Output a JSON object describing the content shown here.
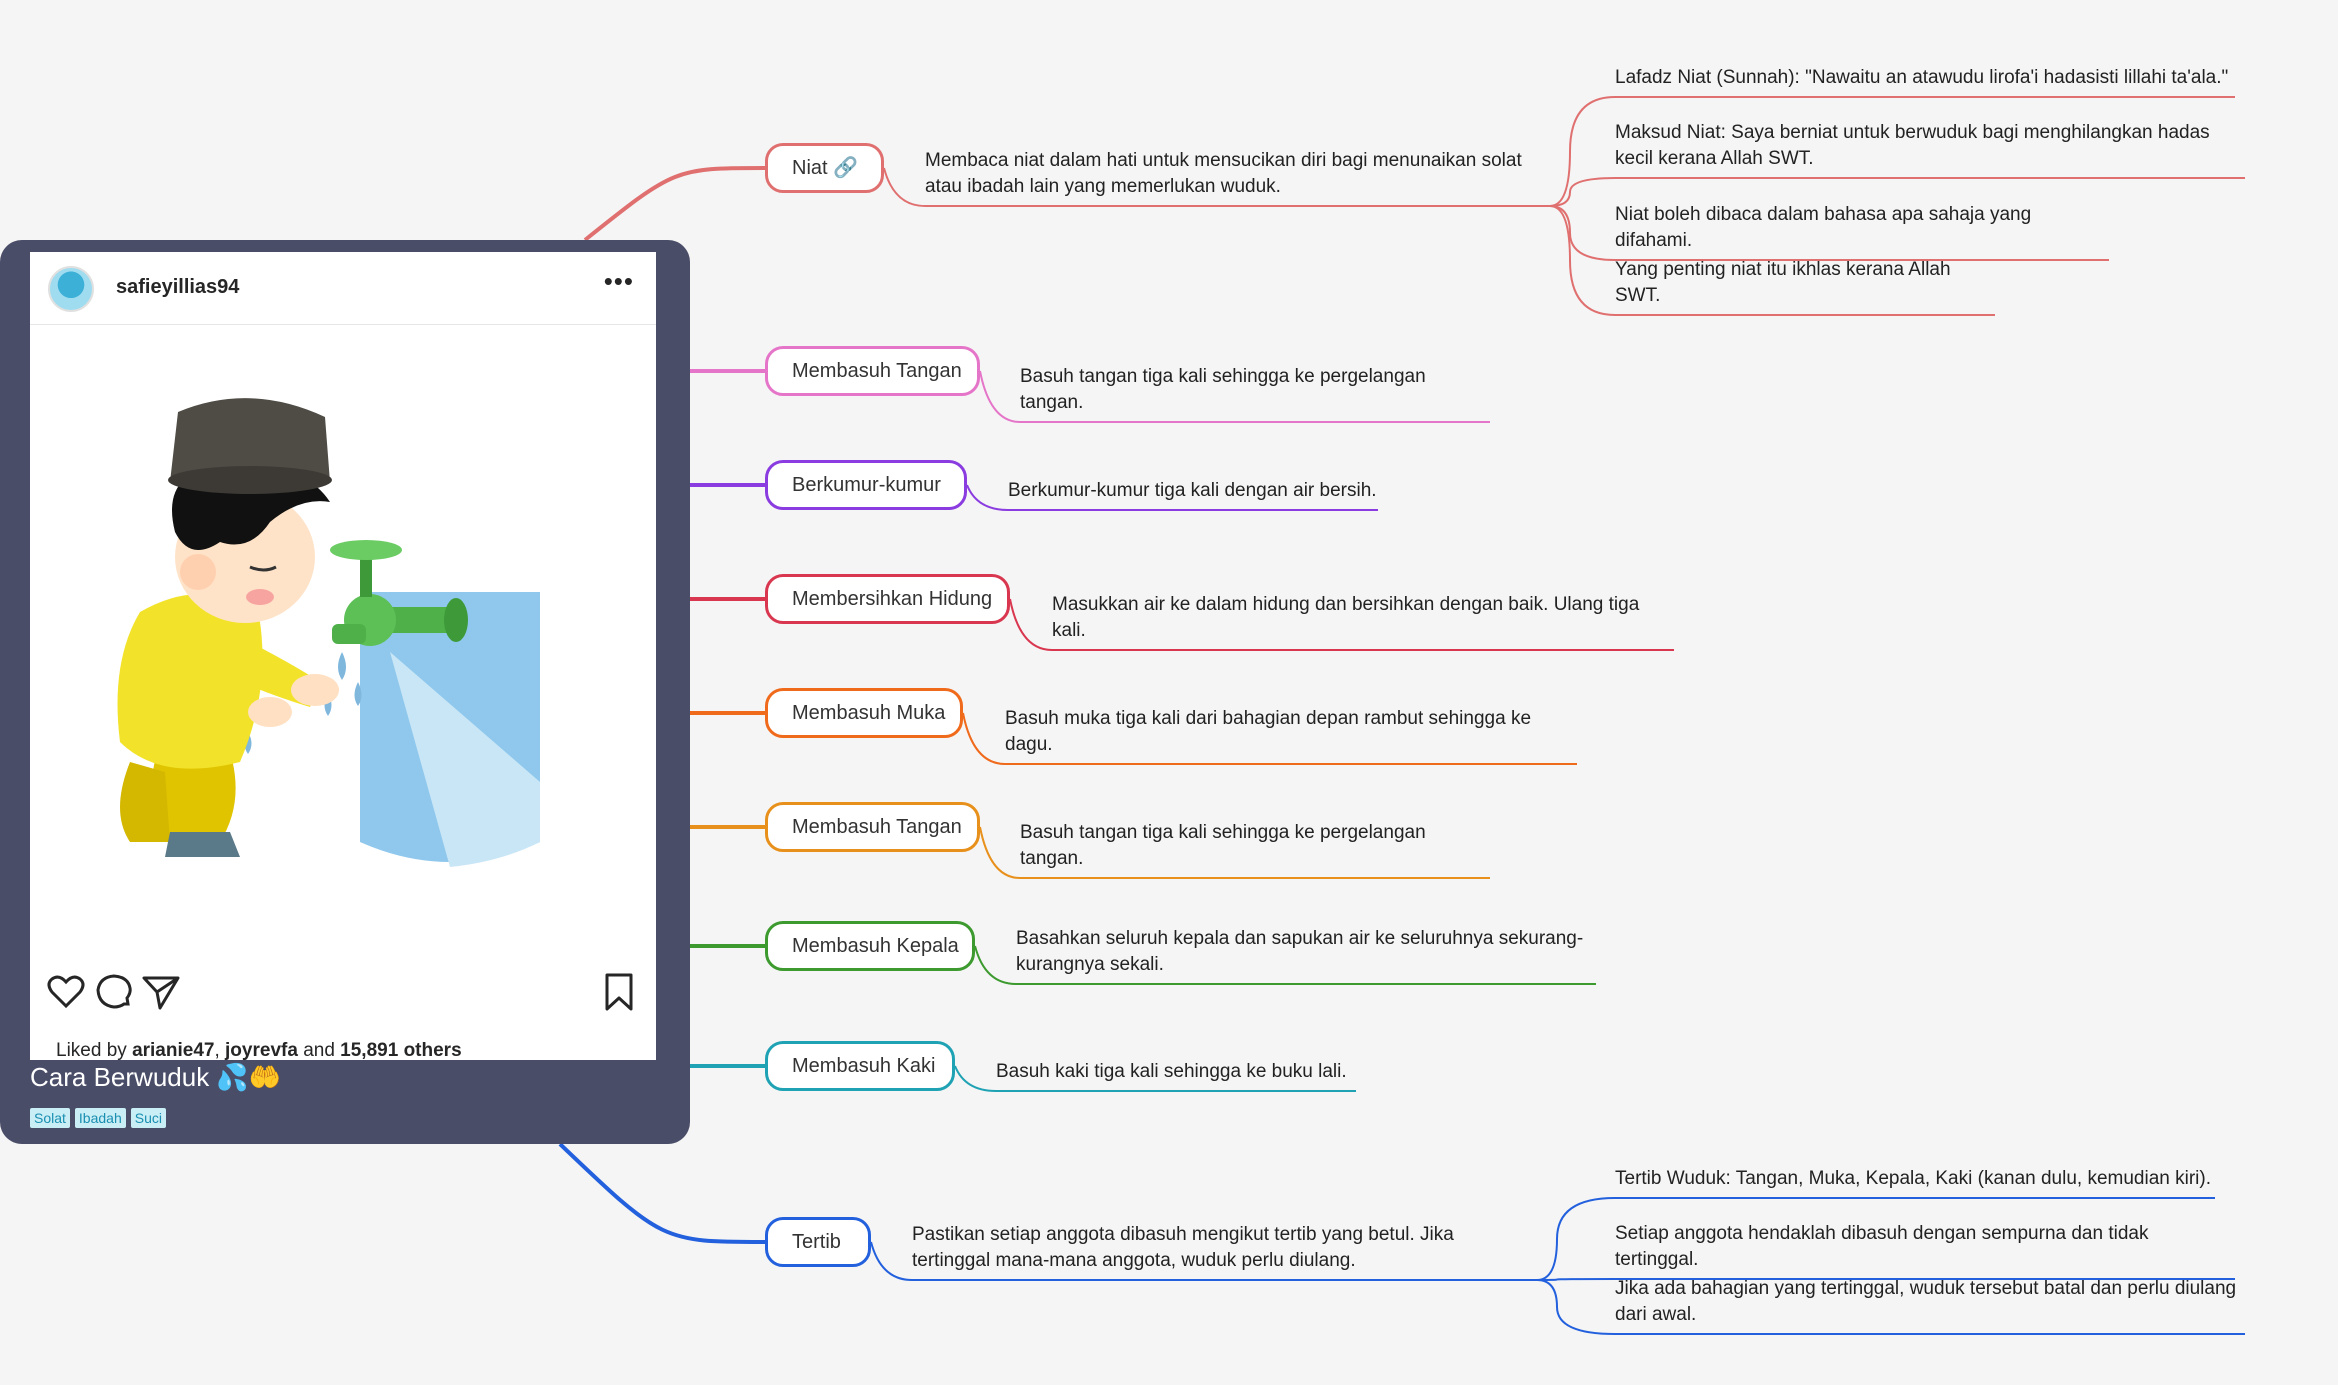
{
  "post": {
    "username": "safieyillias94",
    "more_label": "•••",
    "likes_prefix": "Liked by",
    "likes_user1": "arianie47",
    "likes_user2": "joyrevfa",
    "likes_middle": "and",
    "likes_count": "15,891 others",
    "title": "Cara Berwuduk 💦🤲",
    "tags": [
      "Solat",
      "Ibadah",
      "Suci"
    ]
  },
  "branches": [
    {
      "label": "Niat 🔗",
      "color": "#e07070",
      "description": "Membaca niat dalam hati untuk mensucikan diri bagi menunaikan solat atau ibadah lain yang memerlukan wuduk.",
      "details": [
        "Lafadz Niat (Sunnah):  \"Nawaitu an atawudu lirofa'i hadasisti lillahi ta'ala.\"",
        "Maksud Niat: Saya berniat untuk berwuduk bagi menghilangkan hadas kecil kerana Allah SWT.",
        "Niat boleh dibaca dalam bahasa apa sahaja yang difahami.",
        "Yang penting niat itu ikhlas kerana Allah SWT."
      ]
    },
    {
      "label": "Membasuh Tangan",
      "color": "#e575c8",
      "description": "Basuh tangan tiga kali sehingga ke pergelangan tangan.",
      "details": []
    },
    {
      "label": "Berkumur-kumur",
      "color": "#8a3ce0",
      "description": "Berkumur-kumur tiga kali dengan air bersih.",
      "details": []
    },
    {
      "label": "Membersihkan Hidung",
      "color": "#d9374f",
      "description": "Masukkan air ke dalam hidung dan bersihkan dengan baik. Ulang tiga kali.",
      "details": []
    },
    {
      "label": "Membasuh Muka",
      "color": "#f06a1c",
      "description": "Basuh muka tiga kali dari bahagian depan rambut sehingga ke dagu.",
      "details": []
    },
    {
      "label": "Membasuh Tangan",
      "color": "#e8901c",
      "description": "Basuh tangan tiga kali sehingga ke pergelangan tangan.",
      "details": []
    },
    {
      "label": "Membasuh Kepala",
      "color": "#3c9a2e",
      "description": "Basahkan seluruh kepala dan sapukan air ke seluruhnya sekurang-kurangnya sekali.",
      "details": []
    },
    {
      "label": "Membasuh Kaki",
      "color": "#1fa2b4",
      "description": "Basuh kaki tiga kali sehingga ke buku lali.",
      "details": []
    },
    {
      "label": "Tertib",
      "color": "#2360dd",
      "description": "Pastikan setiap anggota dibasuh mengikut tertib yang betul.  Jika tertinggal mana-mana anggota, wuduk perlu diulang.",
      "details": [
        "Tertib Wuduk: Tangan, Muka, Kepala, Kaki (kanan dulu, kemudian kiri).",
        "Setiap anggota hendaklah dibasuh dengan sempurna dan tidak tertinggal.",
        "Jika ada bahagian yang tertinggal, wuduk tersebut batal dan perlu diulang dari awal."
      ]
    }
  ]
}
